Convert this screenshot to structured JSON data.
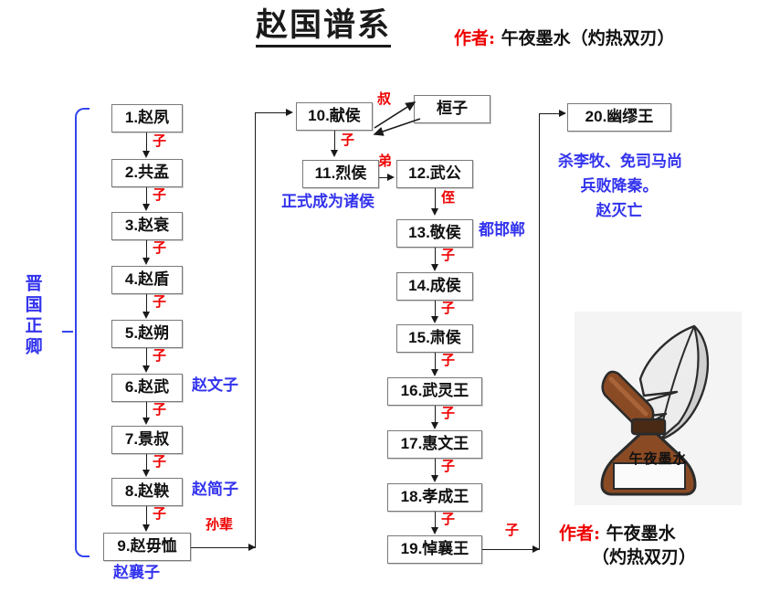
{
  "header": {
    "title": "赵国谱系",
    "author_label": "作者:",
    "author_name": "午夜墨水（灼热双刃）"
  },
  "footer": {
    "author_label": "作者:",
    "author_name_line1": "午夜墨水",
    "author_name_line2": "（灼热双刃）"
  },
  "logo": {
    "caption": "午夜墨水",
    "alt": "inkwell-quill-illustration"
  },
  "colors": {
    "red": "#ee0000",
    "blue": "#3333ee",
    "box_border": "#7a7a7a",
    "line": "#1a1a1a",
    "ink_brown": "#8a4b24",
    "feather": "#e8e8e8"
  },
  "columns": {
    "left": {
      "bracket_label": "晋国正卿",
      "nodes": [
        {
          "id": "n1",
          "label": "1.赵夙"
        },
        {
          "id": "n2",
          "label": "2.共孟"
        },
        {
          "id": "n3",
          "label": "3.赵衰"
        },
        {
          "id": "n4",
          "label": "4.赵盾"
        },
        {
          "id": "n5",
          "label": "5.赵朔"
        },
        {
          "id": "n6",
          "label": "6.赵武"
        },
        {
          "id": "n7",
          "label": "7.景叔"
        },
        {
          "id": "n8",
          "label": "8.赵鞅"
        },
        {
          "id": "n9",
          "label": "9.赵毋恤"
        }
      ],
      "edge_labels": [
        "子",
        "子",
        "子",
        "子",
        "子",
        "子",
        "子",
        "子"
      ],
      "aliases": [
        {
          "for": "n6",
          "text": "赵文子"
        },
        {
          "for": "n8",
          "text": "赵简子"
        },
        {
          "for": "n9",
          "text": "赵襄子"
        }
      ],
      "cross_edge_label": "孙辈"
    },
    "middle": {
      "nodes": [
        {
          "id": "n10",
          "label": "10.献侯"
        },
        {
          "id": "nhz",
          "label": "桓子"
        },
        {
          "id": "n11",
          "label": "11.烈侯"
        },
        {
          "id": "n12",
          "label": "12.武公"
        },
        {
          "id": "n13",
          "label": "13.敬侯"
        },
        {
          "id": "n14",
          "label": "14.成侯"
        },
        {
          "id": "n15",
          "label": "15.肃侯"
        },
        {
          "id": "n16",
          "label": "16.武灵王"
        },
        {
          "id": "n17",
          "label": "17.惠文王"
        },
        {
          "id": "n18",
          "label": "18.孝成王"
        },
        {
          "id": "n19",
          "label": "19.悼襄王"
        }
      ],
      "edge_labels": {
        "huanzi": "叔",
        "n10_n11": "子",
        "n11_n12": "弟",
        "n12_n13": "侄",
        "n13_n14": "子",
        "n14_n15": "子",
        "n15_n16": "子",
        "n16_n17": "子",
        "n17_n18": "子",
        "n18_n19": "子",
        "n19_n20": "子"
      },
      "notes": [
        {
          "for": "n11",
          "text": "正式成为诸侯"
        },
        {
          "for": "n13",
          "text": "都邯郸"
        }
      ]
    },
    "right": {
      "nodes": [
        {
          "id": "n20",
          "label": "20.幽缪王"
        }
      ],
      "note_lines": [
        "杀李牧、免司马尚",
        "兵败降秦。",
        "赵灭亡"
      ]
    }
  }
}
